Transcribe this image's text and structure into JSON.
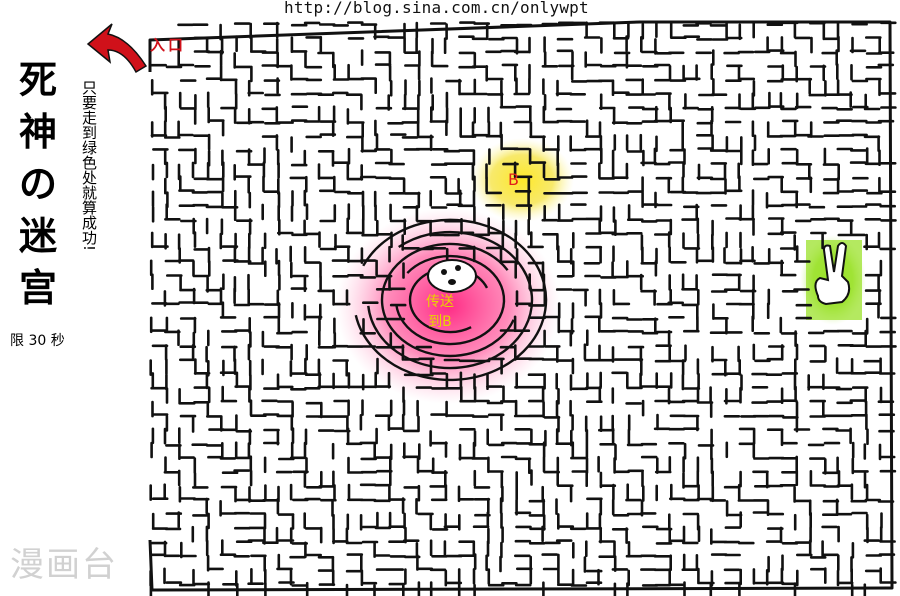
{
  "header": {
    "url": "http://blog.sina.com.cn/onlywpt"
  },
  "title": {
    "chars": [
      "死",
      "神",
      "の",
      "迷",
      "宫"
    ]
  },
  "hint": {
    "text": "只要走到绿色处就算成功!"
  },
  "time_limit": {
    "text": "限 30 秒"
  },
  "entrance": {
    "label": "入口",
    "arrow_color": "#d0111a"
  },
  "zones": {
    "b_zone": {
      "label": "B",
      "color": "#f5e23a"
    },
    "teleport_zone": {
      "line1": "传送",
      "line2": "到B",
      "color": "#ff3f8d"
    },
    "goal_zone": {
      "symbol": "victory-hand",
      "color": "#9be22b"
    }
  },
  "watermark": {
    "text": "漫画台"
  }
}
